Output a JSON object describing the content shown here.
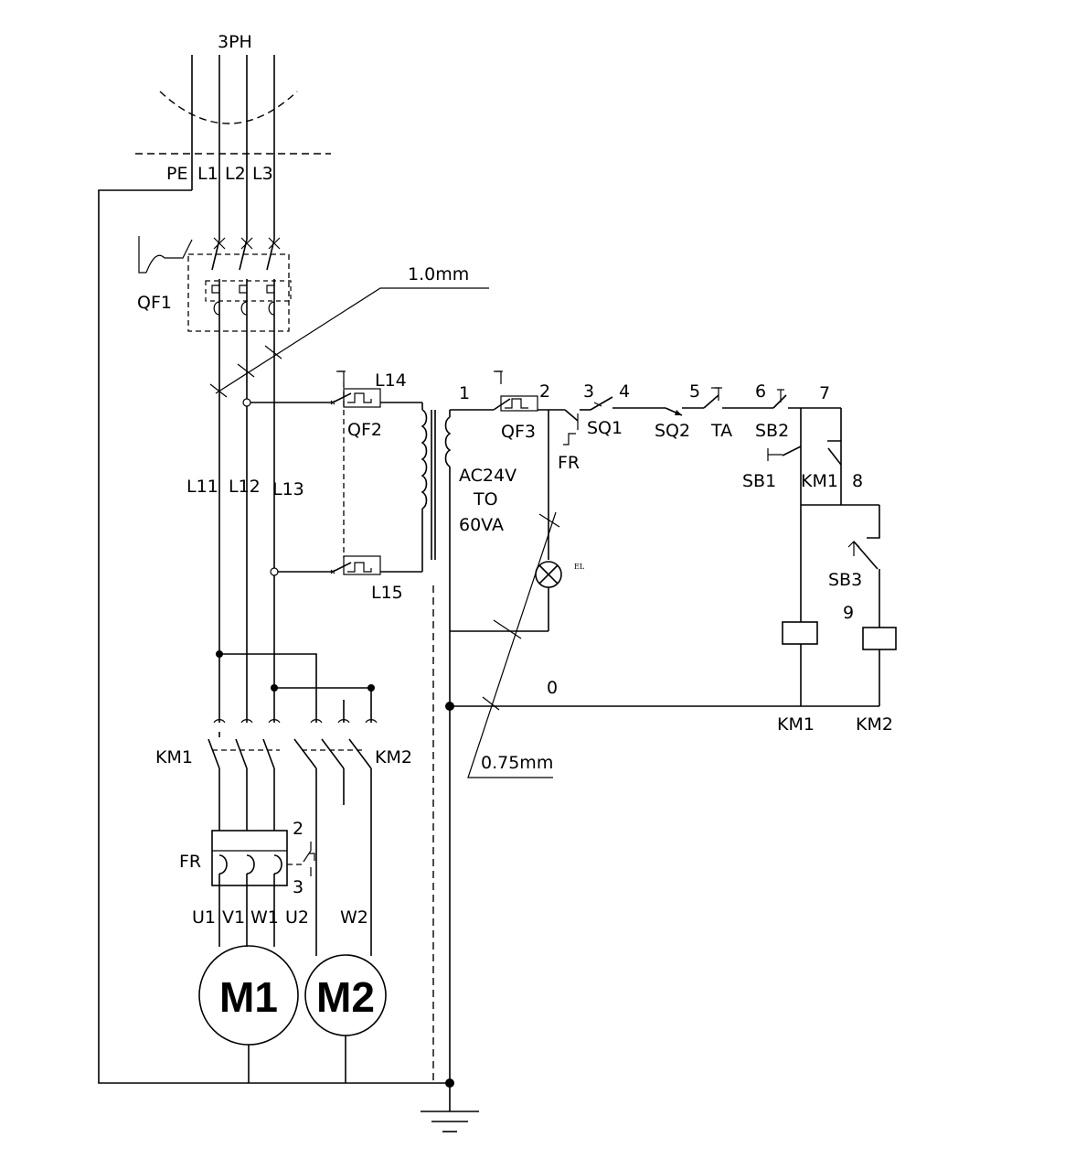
{
  "diagram": {
    "supply": "3PH",
    "phases": [
      "PE",
      "L1",
      "L2",
      "L3"
    ],
    "feeders": [
      "L11",
      "L12",
      "L13"
    ],
    "wire_sizes": [
      "1.0mm",
      "0.75mm"
    ],
    "breakers": [
      "QF1",
      "QF2",
      "QF3"
    ],
    "fuses": [
      "L14",
      "L15"
    ],
    "transformer": [
      "AC24V",
      "TO",
      "60VA"
    ],
    "contactors": [
      "KM1",
      "KM2"
    ],
    "overload": "FR",
    "overload_terminals": [
      "2",
      "3"
    ],
    "motor_terminals": [
      "U1",
      "V1",
      "W1",
      "U2",
      "W2"
    ],
    "motors": [
      "M1",
      "M2"
    ],
    "lamp": "EL",
    "control_nodes": [
      "1",
      "2",
      "3",
      "4",
      "5",
      "6",
      "7",
      "8",
      "9",
      "0"
    ],
    "control_devices": [
      "SQ1",
      "SQ2",
      "TA",
      "SB2",
      "SB1",
      "KM1",
      "SB3",
      "FR"
    ],
    "coil_labels": [
      "KM1",
      "KM2"
    ]
  }
}
